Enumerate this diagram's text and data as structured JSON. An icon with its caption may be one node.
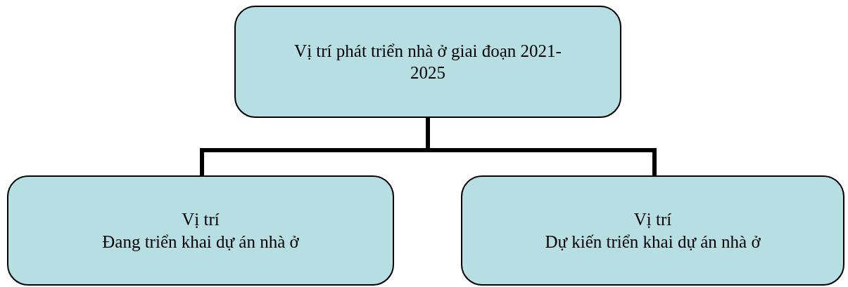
{
  "diagram": {
    "nodes": [
      {
        "text": [
          "Vị trí phát triển nhà ở giai đoạn 2021-2025"
        ]
      },
      {
        "text": [
          "Vị trí",
          "Đang triển khai dự án nhà ở"
        ]
      },
      {
        "text": [
          "Vị trí",
          "Dự kiến triển khai dự án nhà ở"
        ]
      }
    ],
    "edges": [
      {
        "from": 0,
        "to": 1,
        "arrow": "none"
      },
      {
        "from": 0,
        "to": 2,
        "arrow": "none"
      }
    ]
  }
}
